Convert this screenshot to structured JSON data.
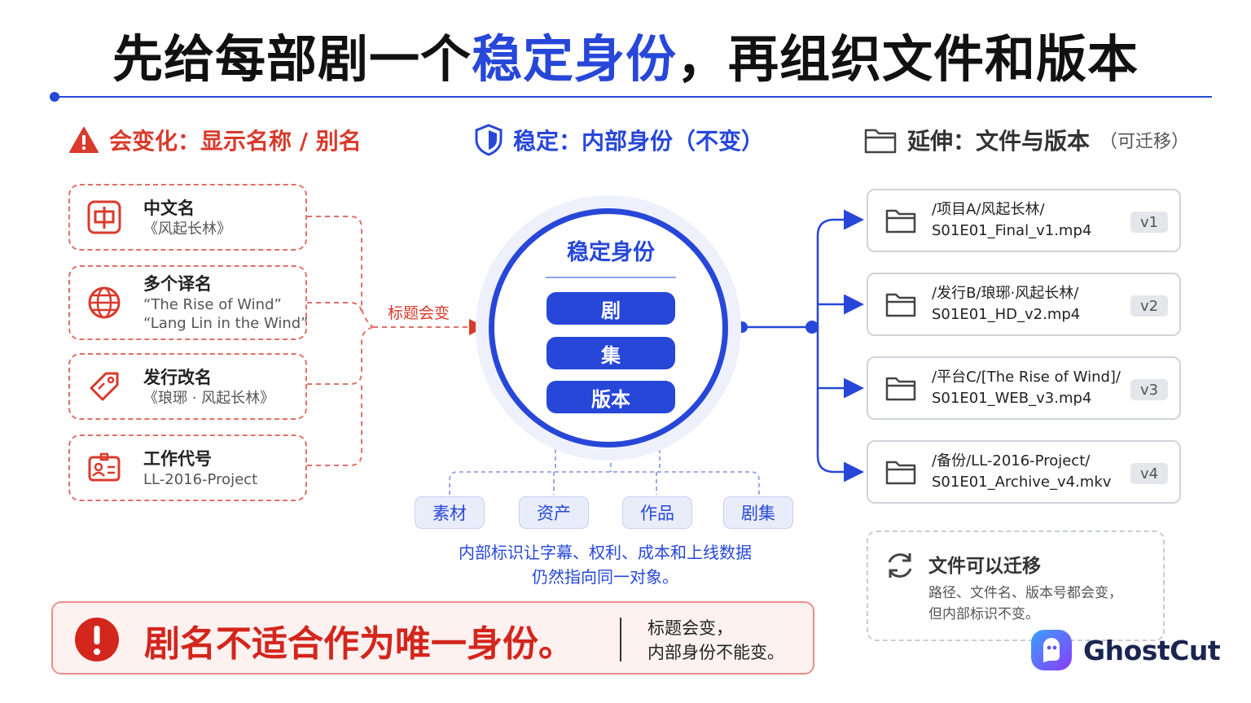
{
  "title": {
    "prefix": "先给每部剧一个",
    "highlight": "稳定身份",
    "suffix": "，再组织文件和版本"
  },
  "columns": {
    "left": {
      "label": "会变化：显示名称 / 别名",
      "icon": "warning-triangle-icon"
    },
    "middle": {
      "label": "稳定：内部身份（不变）",
      "icon": "shield-icon"
    },
    "right": {
      "label": "延伸：文件与版本",
      "sub": "（可迁移）",
      "icon": "folder-icon"
    }
  },
  "name_cards": [
    {
      "title": "中文名",
      "lines": [
        "《风起长林》"
      ],
      "icon": "chinese-char-icon"
    },
    {
      "title": "多个译名",
      "lines": [
        "“The Rise of Wind”",
        "“Lang Lin in the Wind”"
      ],
      "icon": "globe-icon"
    },
    {
      "title": "发行改名",
      "lines": [
        "《琅琊 · 风起长林》"
      ],
      "icon": "tag-icon"
    },
    {
      "title": "工作代号",
      "lines": [
        "LL-2016-Project"
      ],
      "icon": "id-card-icon"
    }
  ],
  "arrow_label": "标题会变",
  "identity": {
    "title": "稳定身份",
    "items": [
      "剧",
      "集",
      "版本"
    ]
  },
  "tags": [
    "素材",
    "资产",
    "作品",
    "剧集"
  ],
  "tags_note": [
    "内部标识让字幕、权利、成本和上线数据",
    "仍然指向同一对象。"
  ],
  "files": [
    {
      "path1": "/项目A/风起长林/",
      "path2": "S01E01_Final_v1.mp4",
      "version": "v1"
    },
    {
      "path1": "/发行B/琅琊·风起长林/",
      "path2": "S01E01_HD_v2.mp4",
      "version": "v2"
    },
    {
      "path1": "/平台C/[The Rise of Wind]/",
      "path2": "S01E01_WEB_v3.mp4",
      "version": "v3"
    },
    {
      "path1": "/备份/LL-2016-Project/",
      "path2": "S01E01_Archive_v4.mkv",
      "version": "v4"
    }
  ],
  "migrate": {
    "title": "文件可以迁移",
    "lines": [
      "路径、文件名、版本号都会变，",
      "但内部标识不变。"
    ],
    "icon": "refresh-icon"
  },
  "warning": {
    "text": "剧名不适合作为唯一身份。",
    "note": [
      "标题会变，",
      "内部身份不能变。"
    ],
    "icon": "alert-circle-icon"
  },
  "logo": {
    "text": "GhostCut"
  },
  "colors": {
    "blue": "#2747d8",
    "red": "#d83a2c",
    "gray": "#cfd3da"
  }
}
